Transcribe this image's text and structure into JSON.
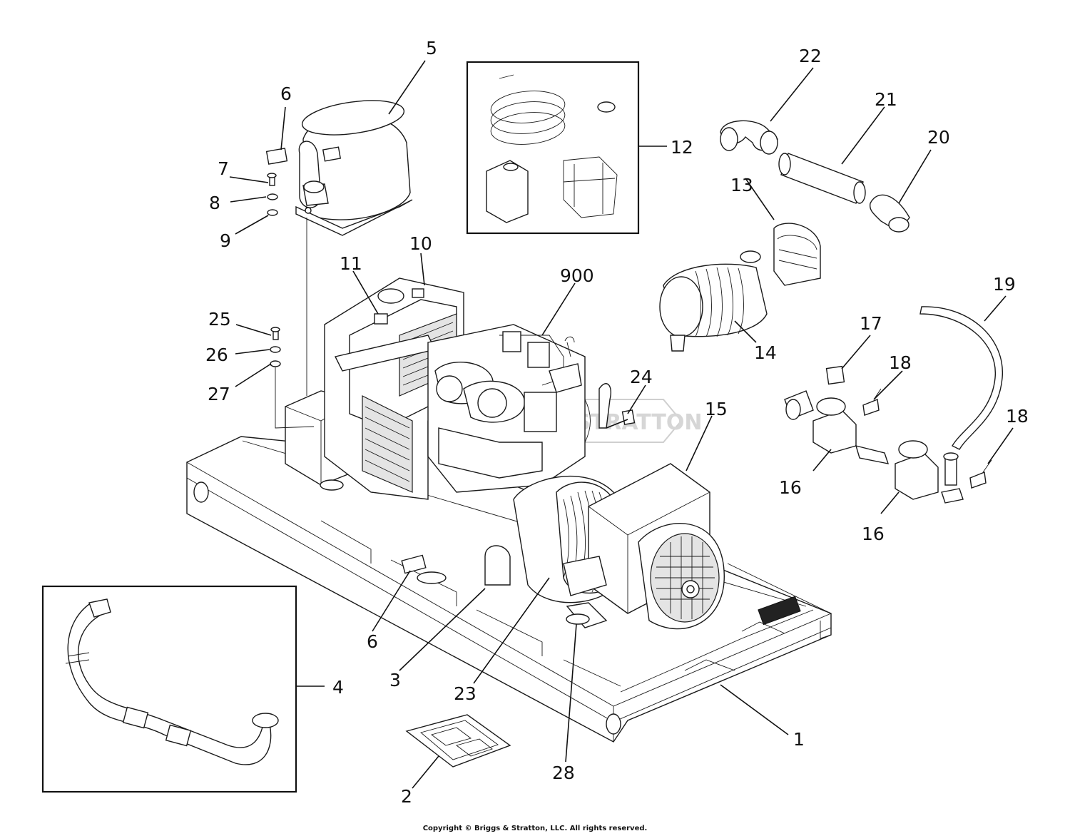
{
  "callouts": {
    "c1": "1",
    "c2": "2",
    "c3": "3",
    "c4": "4",
    "c5": "5",
    "c6a": "6",
    "c6b": "6",
    "c7": "7",
    "c8": "8",
    "c9": "9",
    "c10": "10",
    "c11": "11",
    "c12": "12",
    "c13": "13",
    "c14": "14",
    "c15": "15",
    "c16a": "16",
    "c16b": "16",
    "c17": "17",
    "c18a": "18",
    "c18b": "18",
    "c19": "19",
    "c20": "20",
    "c21": "21",
    "c22": "22",
    "c23": "23",
    "c24": "24",
    "c25": "25",
    "c26": "26",
    "c27": "27",
    "c28": "28",
    "c900": "900"
  },
  "watermark": "BRIGGS&STRATTON",
  "copyright": "Copyright © Briggs & Stratton, LLC. All rights reserved."
}
